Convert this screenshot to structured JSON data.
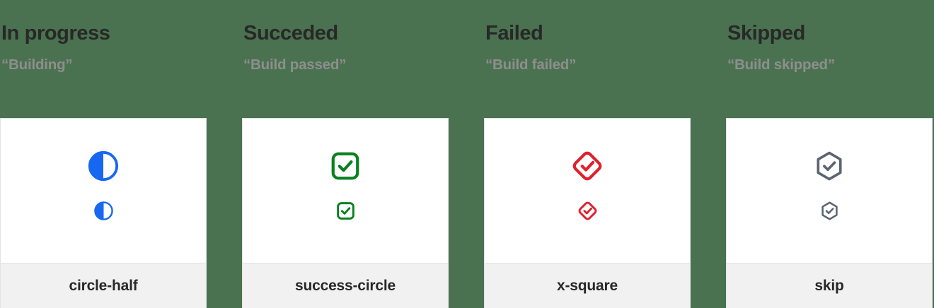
{
  "page": {
    "background_color": "#4a7250",
    "card_background": "#ffffff",
    "card_footer_background": "#f1f1f1",
    "card_border_color": "#e3e3e3",
    "title_color": "#282828",
    "subtitle_color": "#8e8e8e"
  },
  "columns": [
    {
      "title": "In progress",
      "subtitle": "“Building”",
      "icon_name": "circle-half-icon",
      "icon_label": "circle-half",
      "icon_color": "#1668f0"
    },
    {
      "title": "Succeded",
      "subtitle": "“Build passed”",
      "icon_name": "success-circle-icon",
      "icon_label": "success-circle",
      "icon_color": "#0a8021"
    },
    {
      "title": "Failed",
      "subtitle": "“Build failed”",
      "icon_name": "x-square-icon",
      "icon_label": "x-square",
      "icon_color": "#e0202e"
    },
    {
      "title": "Skipped",
      "subtitle": "“Build skipped”",
      "icon_name": "skip-icon",
      "icon_label": "skip",
      "icon_color": "#5c6370"
    }
  ]
}
